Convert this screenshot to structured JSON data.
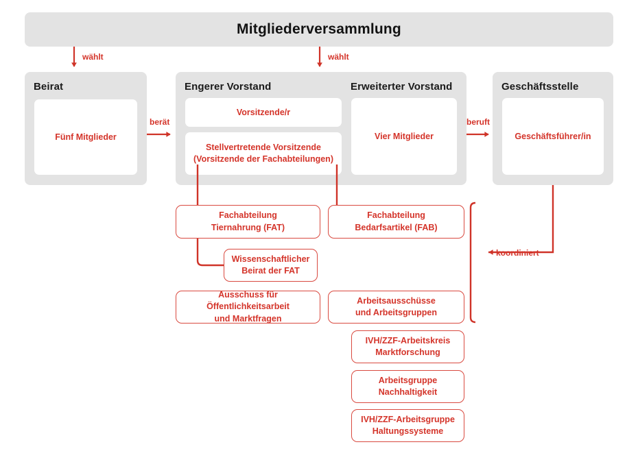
{
  "diagram": {
    "title": "Mitgliederversammlung",
    "accent_red": "#d4342a",
    "outline_red": "#d9493f",
    "panel_gray": "#e3e3e3",
    "background": "#ffffff"
  },
  "banner": {
    "label": "Mitgliederversammlung"
  },
  "panels": [
    {
      "id": "beirat",
      "title": "Beirat",
      "body": "Fünf Mitglieder"
    },
    {
      "id": "engerer-vorstand",
      "title": "Engerer Vorstand",
      "member_a": "Vorsitzende/r",
      "member_b": "Stellvertretende Vorsitzende\n(Vorsitzende der Fachabteilungen)"
    },
    {
      "id": "erweiterter-vorstand",
      "title": "Erweiterter Vorstand",
      "body": "Vier Mitglieder"
    },
    {
      "id": "geschaeftsstelle",
      "title": "Geschäftsstelle",
      "body": "Geschäftsführer/in"
    }
  ],
  "panel_titles": {
    "beirat": "Beirat",
    "engerer_vorstand": "Engerer Vorstand",
    "erweiterter_vorstand": "Erweiterter Vorstand",
    "geschaeftsstelle": "Geschäftsstelle"
  },
  "panel_bodies": {
    "beirat_members": "Fünf Mitglieder",
    "vorsitzende": "Vorsitzende/r",
    "stellvertretende_line1": "Stellvertretende Vorsitzende",
    "stellvertretende_line2": "(Vorsitzende der Fachabteilungen)",
    "erweiterter_members": "Vier Mitglieder",
    "geschaeftsfuehrer": "Geschäftsführer/in"
  },
  "edge_labels": {
    "waehlt_left": "wählt",
    "waehlt_right": "wählt",
    "beraet": "berät",
    "beruft": "beruft",
    "koordiniert": "koordiniert"
  },
  "units": [
    {
      "id": "fat",
      "line1": "Fachabteilung",
      "line2": "Tiernahrung (FAT)"
    },
    {
      "id": "fab",
      "line1": "Fachabteilung",
      "line2": "Bedarfsartikel (FAB)"
    },
    {
      "id": "wiss-beirat",
      "line1": "Wissenschaftlicher",
      "line2": "Beirat der FAT"
    },
    {
      "id": "ausschuss-oeffentlichkeit",
      "line1": "Ausschuss für Öffentlichkeitsarbeit",
      "line2": "und Marktfragen"
    },
    {
      "id": "arbeitsausschuesse",
      "line1": "Arbeitsausschüsse",
      "line2": "und Arbeitsgruppen"
    },
    {
      "id": "ivh-zzf-marktforschung",
      "line1": "IVH/ZZF-Arbeitskreis",
      "line2": "Marktforschung"
    },
    {
      "id": "ag-nachhaltigkeit",
      "line1": "Arbeitsgruppe",
      "line2": "Nachhaltigkeit"
    },
    {
      "id": "ivh-zzf-haltungssysteme",
      "line1": "IVH/ZZF-Arbeitsgruppe",
      "line2": "Haltungssysteme"
    }
  ]
}
